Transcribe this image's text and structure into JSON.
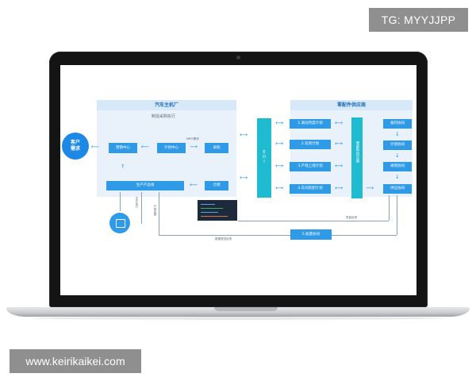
{
  "watermark_top": "TG: MYYJJPP",
  "watermark_bottom": "www.keirikaikei.com",
  "diagram": {
    "oem_title": "汽车主机厂",
    "oem_subtitle": "制造采购执行",
    "supplier_title": "零配件供应商",
    "customer": [
      "客户",
      "需求"
    ],
    "nodes": {
      "sales": "营销中心",
      "plan": "计划中心",
      "purchase": "采购",
      "production": "生产产品线",
      "logistics": "仓储",
      "edi": "EDI",
      "supplier_hub": "零配件供应商"
    },
    "plan_items": [
      "1.滚动月度计划",
      "2.双周计划",
      "3.产线上线计划",
      "4.车间装配计划"
    ],
    "supplier_items": [
      "备料协同",
      "计划协同",
      "采购协同",
      "供应协同"
    ],
    "return_box": "5.质量协同",
    "small_labels": {
      "to_purchase": "MRP/需求",
      "bottom_line": "数据提供反馈",
      "right_feedback": "质量反馈",
      "left_vertical": "生产执行",
      "mid_vertical": "产线反馈"
    }
  }
}
